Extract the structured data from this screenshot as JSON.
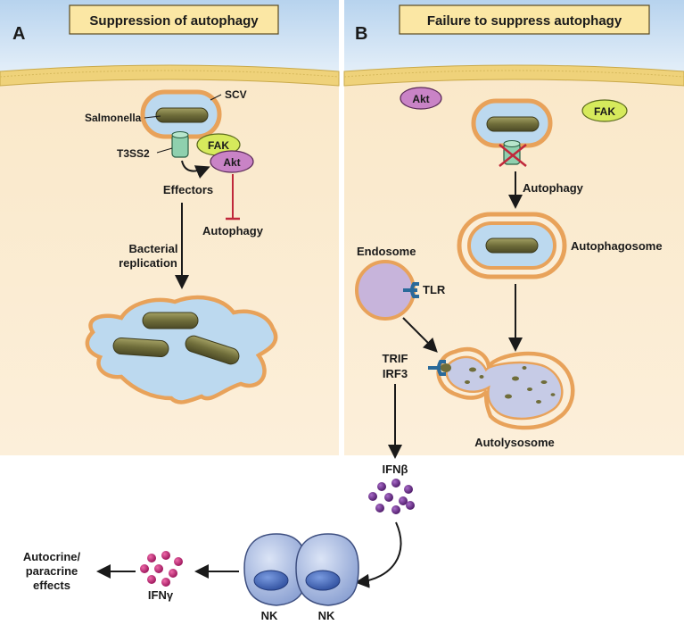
{
  "panels": {
    "a": {
      "letter": "A",
      "title": "Suppression of autophagy"
    },
    "b": {
      "letter": "B",
      "title": "Failure to suppress autophagy"
    }
  },
  "labels_a": {
    "scv": "SCV",
    "salmonella": "Salmonella",
    "t3ss2": "T3SS2",
    "fak": "FAK",
    "akt": "Akt",
    "effectors": "Effectors",
    "autophagy": "Autophagy",
    "replication_1": "Bacterial",
    "replication_2": "replication"
  },
  "labels_b": {
    "akt": "Akt",
    "fak": "FAK",
    "autophagy": "Autophagy",
    "autophagosome": "Autophagosome",
    "endosome": "Endosome",
    "tlr": "TLR",
    "trif": "TRIF",
    "irf3": "IRF3",
    "autolysosome": "Autolysosome"
  },
  "bottom": {
    "ifnb": "IFNβ",
    "ifng": "IFNγ",
    "effects_1": "Autocrine/",
    "effects_2": "paracrine",
    "effects_3": "effects",
    "nk_1": "NK",
    "nk_2": "NK"
  },
  "colors": {
    "cytoplasm": "#fbeed8",
    "sky": "#cfe2f3",
    "membrane_yellow": "#f2dd8a",
    "vacuole_fill": "#bcd9ef",
    "vacuole_outline": "#e8a25a",
    "bacterium": "#7c7a45",
    "fak": "#d6ea5c",
    "akt": "#c983c6",
    "endosome": "#c7b4db",
    "tlr": "#2a6a9a",
    "ifn_beta": "#6b2d86",
    "ifn_gamma": "#c2247a",
    "nk_cell": "#b3c4e6",
    "nk_nucleus": "#4f74c0",
    "inhibit": "#c0283b",
    "title_box": "#fbe7a4"
  }
}
